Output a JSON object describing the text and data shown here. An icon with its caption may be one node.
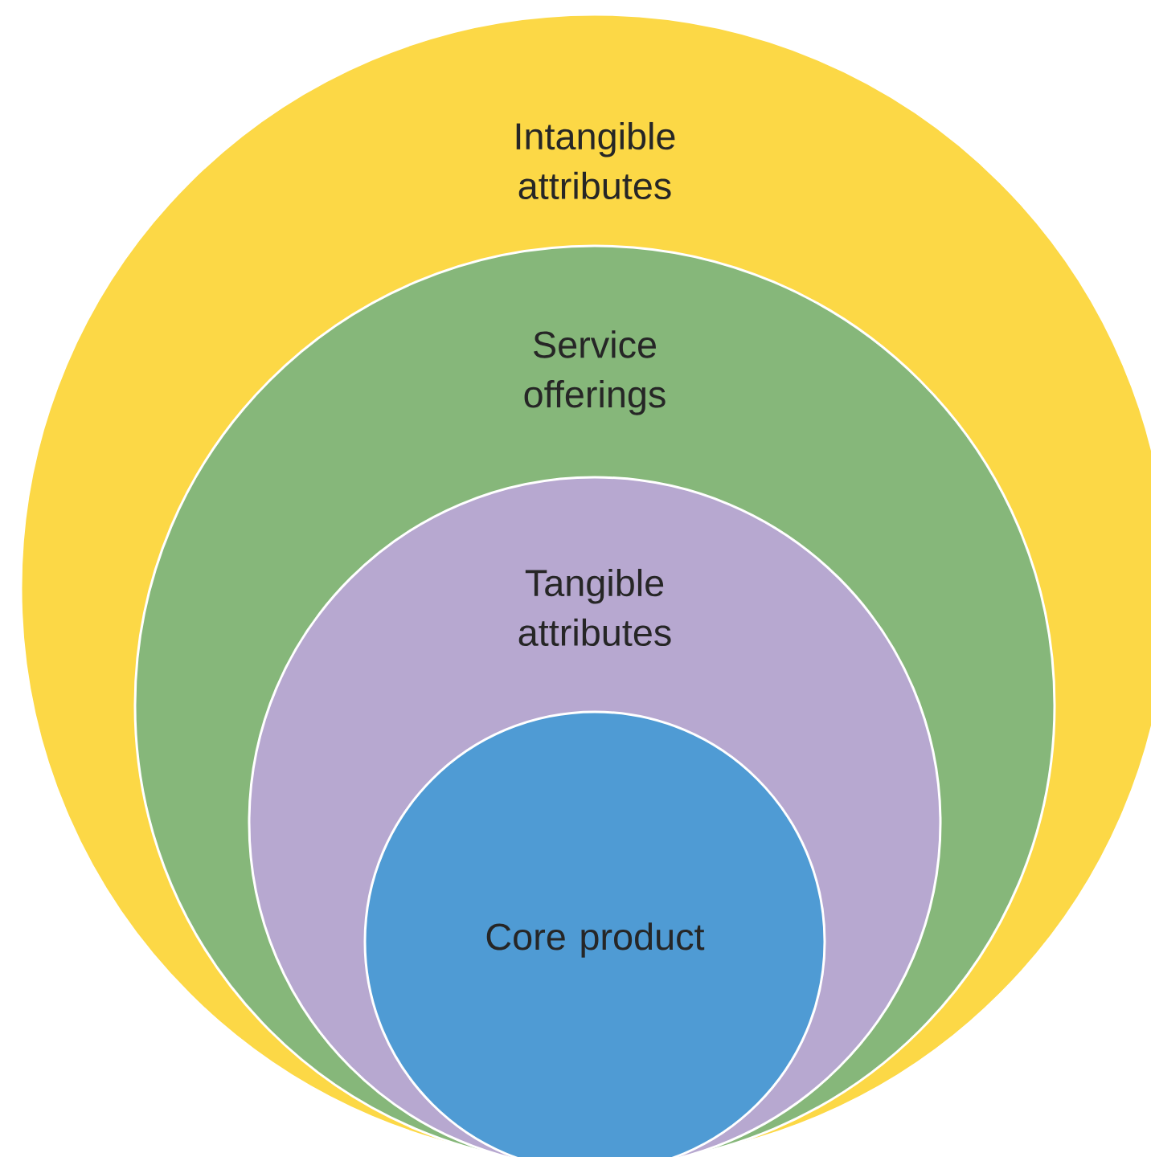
{
  "diagram": {
    "nodes": [
      {
        "text": [
          "Intangible attributes"
        ]
      },
      {
        "text": [
          "Service offerings"
        ],
        "in": 0
      },
      {
        "text": [
          "Tangible attributes"
        ],
        "in": 1
      },
      {
        "text": [
          "Core product"
        ],
        "in": 2
      }
    ]
  }
}
